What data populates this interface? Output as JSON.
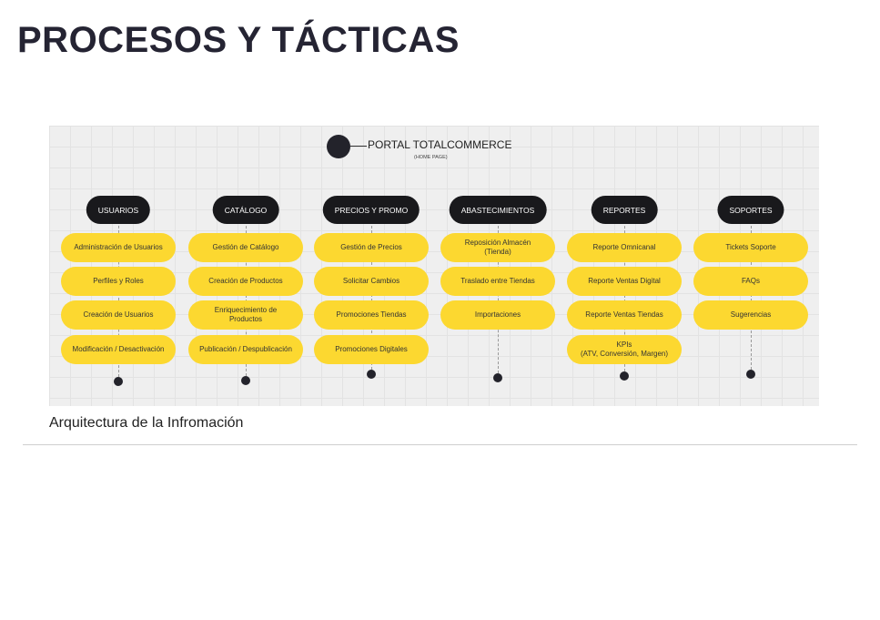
{
  "title": "PROCESOS Y TÁCTICAS",
  "diagram": {
    "root": {
      "label": "PORTAL TOTALCOMMERCE",
      "sub": "(HOME PAGE)"
    },
    "columns": [
      {
        "head": "USUARIOS",
        "items": [
          "Administración de Usuarios",
          "Perfiles y Roles",
          "Creación de Usuarios",
          "Modificación / Desactivación"
        ]
      },
      {
        "head": "CATÁLOGO",
        "items": [
          "Gestión de Catálogo",
          "Creación de Productos",
          "Enriquecimiento de\nProductos",
          "Publicación / Despublicación"
        ]
      },
      {
        "head": "PRECIOS Y PROMO",
        "items": [
          "Gestión de Precios",
          "Solicitar Cambios",
          "Promociones Tiendas",
          "Promociones Digitales"
        ]
      },
      {
        "head": "ABASTECIMIENTOS",
        "items": [
          "Reposición Almacén\n(Tienda)",
          "Traslado entre Tiendas",
          "Importaciones"
        ]
      },
      {
        "head": "REPORTES",
        "items": [
          "Reporte Omnicanal",
          "Reporte Ventas Digital",
          "Reporte Ventas Tiendas",
          "KPIs\n(ATV, Conversión, Margen)"
        ]
      },
      {
        "head": "SOPORTES",
        "items": [
          "Tickets Soporte",
          "FAQs",
          "Sugerencias"
        ]
      }
    ]
  },
  "caption": "Arquitectura de la Infromación"
}
